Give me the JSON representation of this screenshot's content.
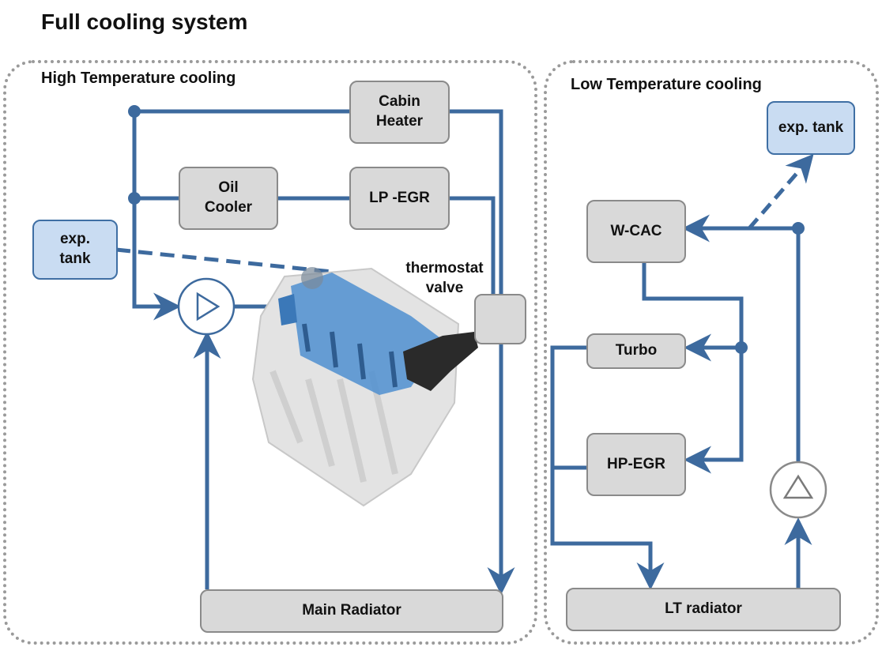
{
  "title": "Full cooling system",
  "colors": {
    "pipe": "#3d6a9e",
    "component_fill": "#d9d9d9",
    "component_border": "#8a8a8a",
    "tank_fill": "#c9dcf2",
    "tank_border": "#3f6fa4",
    "section_border": "#9a9a9a"
  },
  "high_temperature": {
    "label": "High Temperature cooling",
    "components": {
      "cabin_heater": "Cabin\nHeater",
      "oil_cooler": "Oil\nCooler",
      "lp_egr": "LP -EGR",
      "exp_tank": "exp.\ntank",
      "thermostat_label": "thermostat\nvalve",
      "main_radiator": "Main Radiator"
    },
    "pump_icon": "pump-right-icon",
    "engine_icon": "engine-block-icon"
  },
  "low_temperature": {
    "label": "Low Temperature cooling",
    "components": {
      "exp_tank": "exp. tank",
      "w_cac": "W-CAC",
      "turbo": "Turbo",
      "hp_egr": "HP-EGR",
      "lt_radiator": "LT radiator"
    },
    "pump_icon": "pump-up-icon"
  }
}
